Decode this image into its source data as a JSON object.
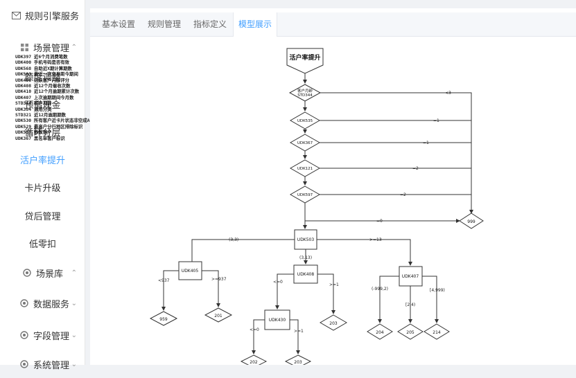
{
  "sidebar": {
    "top_item": {
      "label": "规则引擎服务",
      "icon": "mail-icon"
    },
    "group": {
      "label": "场景管理",
      "icon": "grid-icon"
    },
    "sub_items": [
      {
        "label": "额度调整"
      },
      {
        "label": "预借现金"
      },
      {
        "label": "循环分层"
      },
      {
        "label": "活户率提升"
      },
      {
        "label": "卡片升级"
      },
      {
        "label": "贷后管理"
      },
      {
        "label": "低零扣"
      }
    ],
    "other_items": [
      {
        "label": "场景库",
        "icon": "gear-icon"
      },
      {
        "label": "数据服务",
        "icon": "gear-icon"
      },
      {
        "label": "字段管理",
        "icon": "gear-icon"
      },
      {
        "label": "系统管理",
        "icon": "gear-icon"
      }
    ],
    "active_color": "#409eff"
  },
  "tabs": [
    {
      "label": "基本设置"
    },
    {
      "label": "规则管理"
    },
    {
      "label": "指标定义"
    },
    {
      "label": "模型展示"
    }
  ],
  "legend": [
    "UDK397 近6个月消费笔数",
    "UDK400 手机号码是否有效",
    "UDK568 自助近X期计算期数",
    "UDK503 最近一次交易距今期间",
    "UDK406 活跃客户内部评分",
    "UDK408 近12个月催收次数",
    "UDK410 近12个月逾期累计次数",
    "UDK407 上次逾期期间今月数",
    "STD344 客户月龄",
    "UDK384 通用分类",
    "STD321 近12月逾期期数",
    "UDK530 所有客户近卡片状态非空成A",
    "UDK529 最高户分行地区排除标识",
    "UDK535 静默客户",
    "UDK367 黑名单客户标识"
  ],
  "flow": {
    "start": "活户率提升",
    "nodes": {
      "std344": "客户月龄\nSTD344",
      "udk535": "UDK535",
      "udk367": "UDK367",
      "udk121": "UDK121",
      "udk597": "UDK597",
      "udk503": "UDK503",
      "udk405": "UDK405",
      "udk408": "UDK408",
      "udk407": "UDK407",
      "udk430": "UDK430",
      "r999": "999",
      "r959": "959",
      "r201": "201",
      "r203": "203",
      "r202": "202",
      "r203b": "203",
      "r204": "204",
      "r205": "205",
      "r214": "214"
    },
    "edges": {
      "e_std344": "<3",
      "e_535": "=1",
      "e_367": "=1",
      "e_121": "=2",
      "e_597": "=2",
      "e_999": "=0",
      "e_503_l": "(3,3)",
      "e_503_m": "(3,13)",
      "e_503_r": ">=13",
      "e_405_l": "<937",
      "e_405_r": ">=937",
      "e_408_l": "<=0",
      "e_408_r": ">=1",
      "e_430_l": "<=0",
      "e_430_r": ">=1",
      "e_407_l": "(-999,2)",
      "e_407_m": "[2,4)",
      "e_407_r": "[4,999)"
    }
  }
}
